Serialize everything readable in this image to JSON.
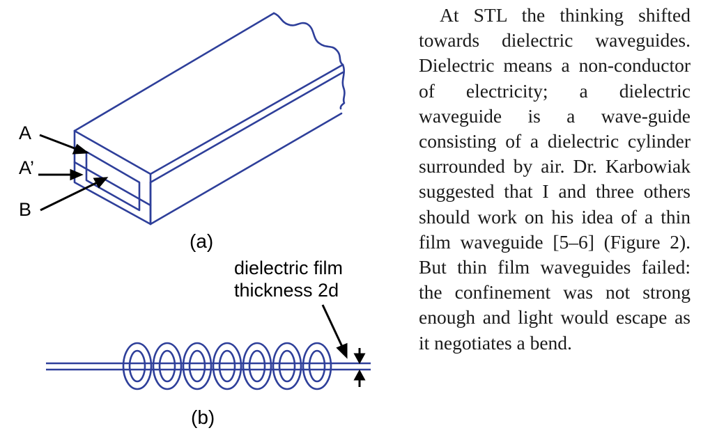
{
  "figure": {
    "labels": {
      "a": "A",
      "a_prime": "A’",
      "b": "B"
    },
    "caption_a": "(a)",
    "caption_b": "(b)",
    "film_label_line1": "dielectric film",
    "film_label_line2": "thickness 2d",
    "colors": {
      "waveguide_stroke": "#2e3f9a",
      "annotation": "#000000"
    }
  },
  "article": {
    "paragraph": "At STL the thinking shifted towards dielectric waveguides. Dielectric means a non-conductor of electricity; a dielectric waveguide is a wave-guide consisting of a dielectric cylinder surrounded by air. Dr. Karbowiak suggested that I and three others should work on his idea of a thin film waveguide [5–6] (Figure 2). But thin film waveguides failed: the confinement was not strong enough and light would escape as it negotiates a bend."
  }
}
